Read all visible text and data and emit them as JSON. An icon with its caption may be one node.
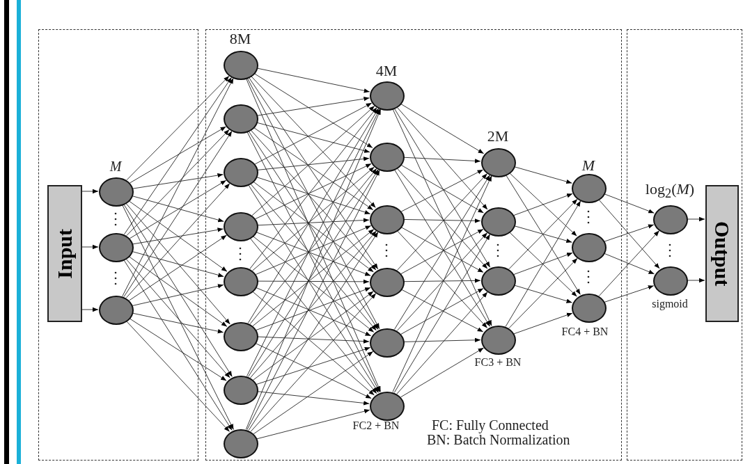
{
  "diagram": {
    "nodes": [
      {
        "text": [],
        "shape": "box"
      },
      {
        "text": [],
        "shape": "box"
      },
      {
        "text": [],
        "shape": "box"
      },
      {
        "text": [
          "Input"
        ],
        "in": 0
      },
      {
        "text": [],
        "shape": "circle",
        "in": 0
      },
      {
        "text": [],
        "shape": "circle",
        "in": 0
      },
      {
        "text": [],
        "shape": "circle",
        "in": 0
      },
      {
        "text": [],
        "shape": "circle",
        "in": 1
      },
      {
        "text": [],
        "shape": "circle",
        "in": 1
      },
      {
        "text": [],
        "shape": "circle",
        "in": 1
      },
      {
        "text": [],
        "shape": "circle",
        "in": 1
      },
      {
        "text": [],
        "shape": "circle",
        "in": 1
      },
      {
        "text": [],
        "shape": "circle",
        "in": 1
      },
      {
        "text": [],
        "shape": "circle",
        "in": 1
      },
      {
        "text": [],
        "shape": "circle",
        "in": 1
      },
      {
        "text": [],
        "shape": "circle",
        "in": 1
      },
      {
        "text": [],
        "shape": "circle",
        "in": 1
      },
      {
        "text": [],
        "shape": "circle",
        "in": 1
      },
      {
        "text": [],
        "shape": "circle",
        "in": 1
      },
      {
        "text": [],
        "shape": "circle",
        "in": 1
      },
      {
        "text": [],
        "shape": "circle",
        "in": 1
      },
      {
        "text": [],
        "shape": "circle",
        "in": 1
      },
      {
        "text": [],
        "shape": "circle",
        "in": 1
      },
      {
        "text": [],
        "shape": "circle",
        "in": 1
      },
      {
        "text": [],
        "shape": "circle",
        "in": 1
      },
      {
        "text": [],
        "shape": "circle",
        "in": 1
      },
      {
        "text": [],
        "shape": "circle",
        "in": 1
      },
      {
        "text": [],
        "shape": "circle",
        "in": 1
      },
      {
        "text": [],
        "shape": "circle",
        "in": 2
      },
      {
        "text": [],
        "shape": "circle",
        "in": 2
      },
      {
        "text": [
          "Output"
        ],
        "in": 2
      }
    ],
    "edges": [
      {
        "from": 3,
        "to": 4,
        "arrow": "to"
      },
      {
        "from": 3,
        "to": 5,
        "arrow": "to"
      },
      {
        "from": 3,
        "to": 6,
        "arrow": "to"
      },
      {
        "from": 4,
        "to": 7,
        "arrow": "to"
      },
      {
        "from": 4,
        "to": 8,
        "arrow": "to"
      },
      {
        "from": 4,
        "to": 9,
        "arrow": "to"
      },
      {
        "from": 4,
        "to": 10,
        "arrow": "to"
      },
      {
        "from": 4,
        "to": 11,
        "arrow": "to"
      },
      {
        "from": 4,
        "to": 12,
        "arrow": "to"
      },
      {
        "from": 4,
        "to": 13,
        "arrow": "to"
      },
      {
        "from": 4,
        "to": 14,
        "arrow": "to"
      },
      {
        "from": 5,
        "to": 7,
        "arrow": "to"
      },
      {
        "from": 5,
        "to": 8,
        "arrow": "to"
      },
      {
        "from": 5,
        "to": 9,
        "arrow": "to"
      },
      {
        "from": 5,
        "to": 10,
        "arrow": "to"
      },
      {
        "from": 5,
        "to": 11,
        "arrow": "to"
      },
      {
        "from": 5,
        "to": 12,
        "arrow": "to"
      },
      {
        "from": 5,
        "to": 13,
        "arrow": "to"
      },
      {
        "from": 5,
        "to": 14,
        "arrow": "to"
      },
      {
        "from": 6,
        "to": 7,
        "arrow": "to"
      },
      {
        "from": 6,
        "to": 8,
        "arrow": "to"
      },
      {
        "from": 6,
        "to": 9,
        "arrow": "to"
      },
      {
        "from": 6,
        "to": 10,
        "arrow": "to"
      },
      {
        "from": 6,
        "to": 11,
        "arrow": "to"
      },
      {
        "from": 6,
        "to": 12,
        "arrow": "to"
      },
      {
        "from": 6,
        "to": 13,
        "arrow": "to"
      },
      {
        "from": 6,
        "to": 14,
        "arrow": "to"
      },
      {
        "from": 7,
        "to": 15,
        "arrow": "to"
      },
      {
        "from": 7,
        "to": 16,
        "arrow": "to"
      },
      {
        "from": 7,
        "to": 17,
        "arrow": "to"
      },
      {
        "from": 7,
        "to": 18,
        "arrow": "to"
      },
      {
        "from": 7,
        "to": 19,
        "arrow": "to"
      },
      {
        "from": 7,
        "to": 20,
        "arrow": "to"
      },
      {
        "from": 8,
        "to": 15,
        "arrow": "to"
      },
      {
        "from": 8,
        "to": 16,
        "arrow": "to"
      },
      {
        "from": 8,
        "to": 17,
        "arrow": "to"
      },
      {
        "from": 8,
        "to": 18,
        "arrow": "to"
      },
      {
        "from": 8,
        "to": 19,
        "arrow": "to"
      },
      {
        "from": 8,
        "to": 20,
        "arrow": "to"
      },
      {
        "from": 9,
        "to": 15,
        "arrow": "to"
      },
      {
        "from": 9,
        "to": 16,
        "arrow": "to"
      },
      {
        "from": 9,
        "to": 17,
        "arrow": "to"
      },
      {
        "from": 9,
        "to": 18,
        "arrow": "to"
      },
      {
        "from": 9,
        "to": 19,
        "arrow": "to"
      },
      {
        "from": 9,
        "to": 20,
        "arrow": "to"
      },
      {
        "from": 10,
        "to": 15,
        "arrow": "to"
      },
      {
        "from": 10,
        "to": 16,
        "arrow": "to"
      },
      {
        "from": 10,
        "to": 17,
        "arrow": "to"
      },
      {
        "from": 10,
        "to": 18,
        "arrow": "to"
      },
      {
        "from": 10,
        "to": 19,
        "arrow": "to"
      },
      {
        "from": 10,
        "to": 20,
        "arrow": "to"
      },
      {
        "from": 11,
        "to": 15,
        "arrow": "to"
      },
      {
        "from": 11,
        "to": 16,
        "arrow": "to"
      },
      {
        "from": 11,
        "to": 17,
        "arrow": "to"
      },
      {
        "from": 11,
        "to": 18,
        "arrow": "to"
      },
      {
        "from": 11,
        "to": 19,
        "arrow": "to"
      },
      {
        "from": 11,
        "to": 20,
        "arrow": "to"
      },
      {
        "from": 12,
        "to": 15,
        "arrow": "to"
      },
      {
        "from": 12,
        "to": 16,
        "arrow": "to"
      },
      {
        "from": 12,
        "to": 17,
        "arrow": "to"
      },
      {
        "from": 12,
        "to": 18,
        "arrow": "to"
      },
      {
        "from": 12,
        "to": 19,
        "arrow": "to"
      },
      {
        "from": 12,
        "to": 20,
        "arrow": "to"
      },
      {
        "from": 13,
        "to": 15,
        "arrow": "to"
      },
      {
        "from": 13,
        "to": 16,
        "arrow": "to"
      },
      {
        "from": 13,
        "to": 17,
        "arrow": "to"
      },
      {
        "from": 13,
        "to": 18,
        "arrow": "to"
      },
      {
        "from": 13,
        "to": 19,
        "arrow": "to"
      },
      {
        "from": 13,
        "to": 20,
        "arrow": "to"
      },
      {
        "from": 14,
        "to": 15,
        "arrow": "to"
      },
      {
        "from": 14,
        "to": 16,
        "arrow": "to"
      },
      {
        "from": 14,
        "to": 17,
        "arrow": "to"
      },
      {
        "from": 14,
        "to": 18,
        "arrow": "to"
      },
      {
        "from": 14,
        "to": 19,
        "arrow": "to"
      },
      {
        "from": 14,
        "to": 20,
        "arrow": "to"
      },
      {
        "from": 15,
        "to": 21,
        "arrow": "to"
      },
      {
        "from": 15,
        "to": 22,
        "arrow": "to"
      },
      {
        "from": 15,
        "to": 23,
        "arrow": "to"
      },
      {
        "from": 15,
        "to": 24,
        "arrow": "to"
      },
      {
        "from": 16,
        "to": 21,
        "arrow": "to"
      },
      {
        "from": 16,
        "to": 22,
        "arrow": "to"
      },
      {
        "from": 16,
        "to": 23,
        "arrow": "to"
      },
      {
        "from": 16,
        "to": 24,
        "arrow": "to"
      },
      {
        "from": 17,
        "to": 21,
        "arrow": "to"
      },
      {
        "from": 17,
        "to": 22,
        "arrow": "to"
      },
      {
        "from": 17,
        "to": 23,
        "arrow": "to"
      },
      {
        "from": 17,
        "to": 24,
        "arrow": "to"
      },
      {
        "from": 18,
        "to": 21,
        "arrow": "to"
      },
      {
        "from": 18,
        "to": 22,
        "arrow": "to"
      },
      {
        "from": 18,
        "to": 23,
        "arrow": "to"
      },
      {
        "from": 18,
        "to": 24,
        "arrow": "to"
      },
      {
        "from": 19,
        "to": 21,
        "arrow": "to"
      },
      {
        "from": 19,
        "to": 22,
        "arrow": "to"
      },
      {
        "from": 19,
        "to": 23,
        "arrow": "to"
      },
      {
        "from": 19,
        "to": 24,
        "arrow": "to"
      },
      {
        "from": 20,
        "to": 21,
        "arrow": "to"
      },
      {
        "from": 20,
        "to": 22,
        "arrow": "to"
      },
      {
        "from": 20,
        "to": 23,
        "arrow": "to"
      },
      {
        "from": 20,
        "to": 24,
        "arrow": "to"
      },
      {
        "from": 21,
        "to": 25,
        "arrow": "to"
      },
      {
        "from": 21,
        "to": 26,
        "arrow": "to"
      },
      {
        "from": 21,
        "to": 27,
        "arrow": "to"
      },
      {
        "from": 22,
        "to": 25,
        "arrow": "to"
      },
      {
        "from": 22,
        "to": 26,
        "arrow": "to"
      },
      {
        "from": 22,
        "to": 27,
        "arrow": "to"
      },
      {
        "from": 23,
        "to": 25,
        "arrow": "to"
      },
      {
        "from": 23,
        "to": 26,
        "arrow": "to"
      },
      {
        "from": 23,
        "to": 27,
        "arrow": "to"
      },
      {
        "from": 24,
        "to": 25,
        "arrow": "to"
      },
      {
        "from": 24,
        "to": 26,
        "arrow": "to"
      },
      {
        "from": 24,
        "to": 27,
        "arrow": "to"
      },
      {
        "from": 25,
        "to": 28,
        "arrow": "to"
      },
      {
        "from": 25,
        "to": 29,
        "arrow": "to"
      },
      {
        "from": 26,
        "to": 28,
        "arrow": "to"
      },
      {
        "from": 26,
        "to": 29,
        "arrow": "to"
      },
      {
        "from": 27,
        "to": 28,
        "arrow": "to"
      },
      {
        "from": 27,
        "to": 29,
        "arrow": "to"
      },
      {
        "from": 28,
        "to": 30,
        "arrow": "to"
      },
      {
        "from": 29,
        "to": 30,
        "arrow": "to"
      }
    ],
    "labels": [
      "8M",
      "4M",
      "2M",
      "*M*",
      "*M*",
      "log$_{2}$(*M*)",
      "sigmoid",
      "FC4 + BN",
      "FC3 + BN",
      "FC2 + BN",
      "FC: Fully Connected",
      "BN: Batch Normalization"
    ]
  }
}
